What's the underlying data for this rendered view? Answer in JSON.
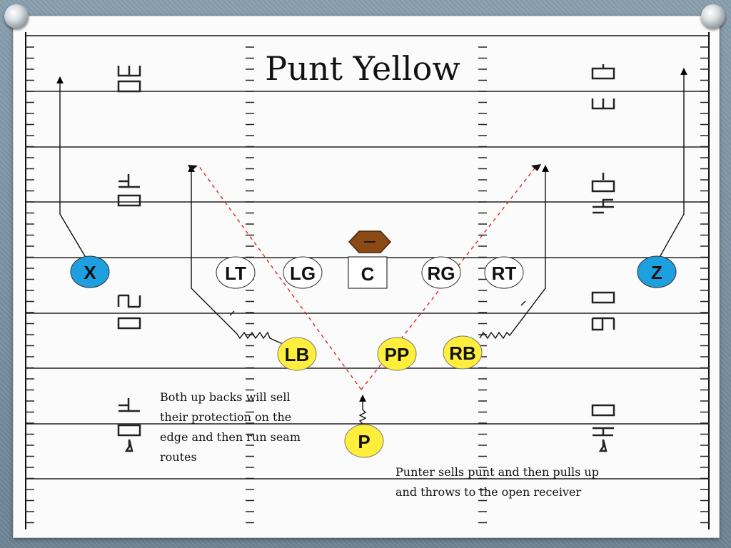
{
  "title": "Punt Yellow",
  "colors": {
    "receiver": "#1e9fe0",
    "back": "#ffef3c",
    "lineman": "#ffffff",
    "football": "#8a4a16",
    "route": "#000000",
    "pass": "#e2231a"
  },
  "players": {
    "x": "X",
    "z": "Z",
    "lt": "LT",
    "lg": "LG",
    "c": "C",
    "rg": "RG",
    "rt": "RT",
    "lb": "LB",
    "pp": "PP",
    "rb": "RB",
    "p": "P"
  },
  "notes": {
    "backs": [
      "Both up backs will sell",
      "their protection on the",
      "edge and then run seam",
      "routes"
    ],
    "punter": [
      "Punter sells punt and then pulls up",
      "and throws to the open receiver"
    ]
  }
}
